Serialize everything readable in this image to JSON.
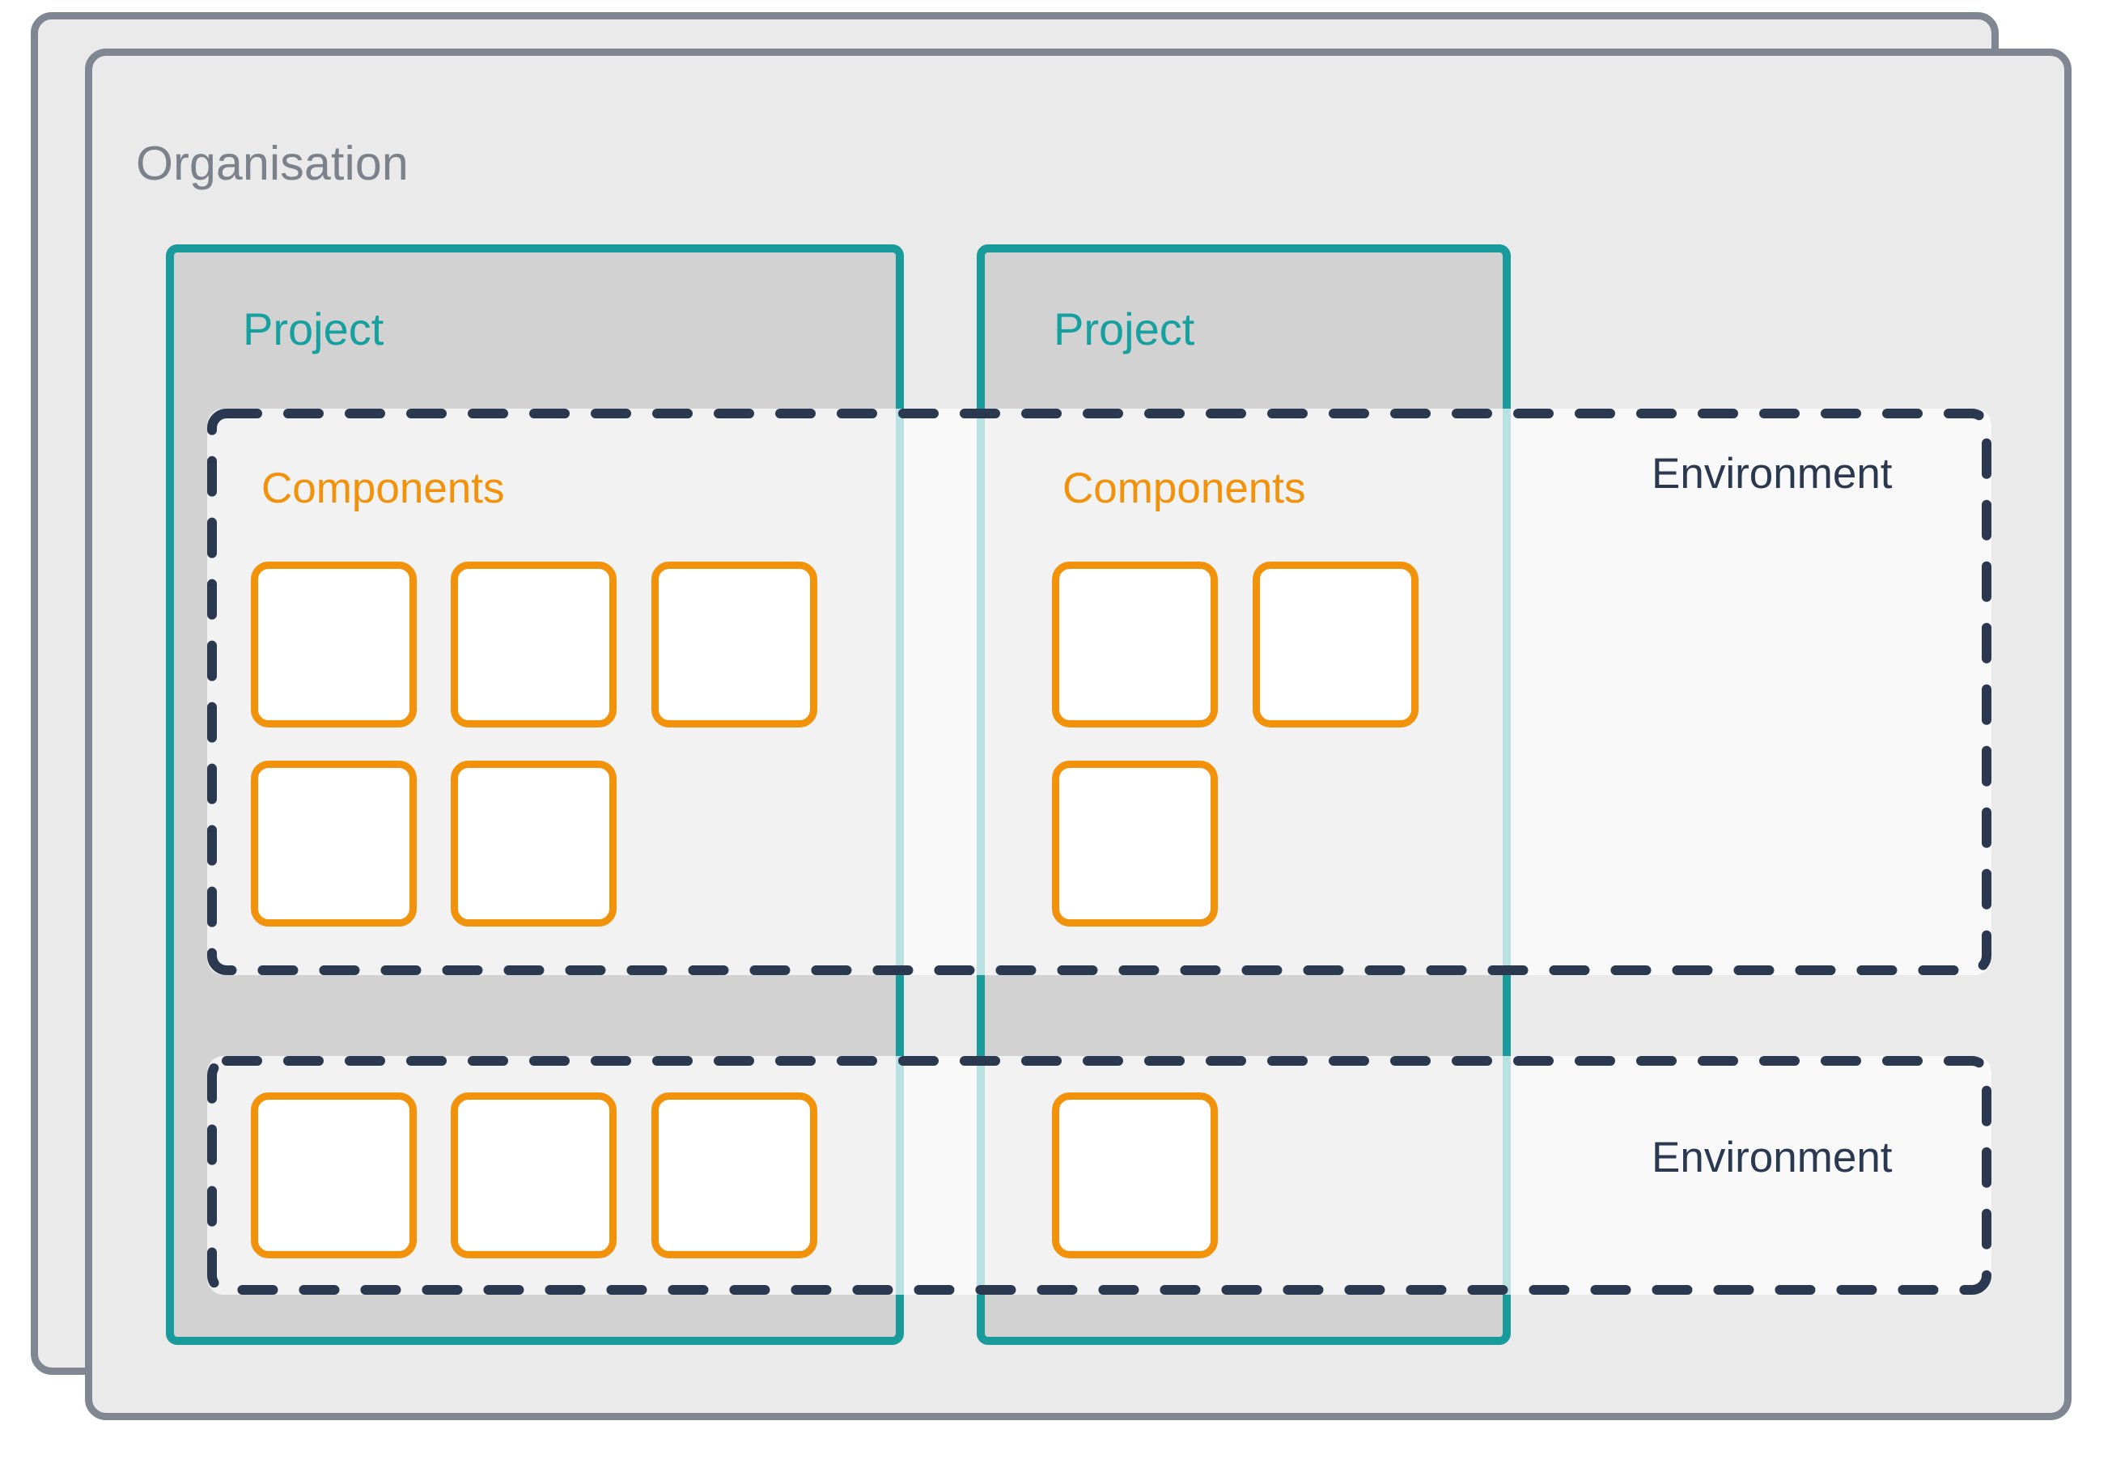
{
  "diagram": {
    "title": "Organisation project, component and environment structure",
    "colors": {
      "organisation_border": "#808792",
      "organisation_fill": "#eaeaea",
      "project_border": "#1a9b9b",
      "project_fill": "#d2d2d2",
      "project_label": "#17a0a0",
      "component_border": "#f2920b",
      "component_fill": "#ffffff",
      "environment_border": "#2b3950",
      "environment_label": "#2b3950",
      "organisation_label": "#7b828c",
      "page_background": "#ffffff"
    }
  },
  "organisation": {
    "label": "Organisation",
    "card_count": 2
  },
  "projects": [
    {
      "label": "Project",
      "components_label": "Components",
      "component_rows": [
        {
          "environment_index": 0,
          "count": 3
        },
        {
          "environment_index": 0,
          "count": 2
        },
        {
          "environment_index": 1,
          "count": 3
        }
      ],
      "component_total": 8
    },
    {
      "label": "Project",
      "components_label": "Components",
      "component_rows": [
        {
          "environment_index": 0,
          "count": 2
        },
        {
          "environment_index": 0,
          "count": 1
        },
        {
          "environment_index": 1,
          "count": 1
        }
      ],
      "component_total": 4
    }
  ],
  "environments": [
    {
      "label": "Environment"
    },
    {
      "label": "Environment"
    }
  ]
}
